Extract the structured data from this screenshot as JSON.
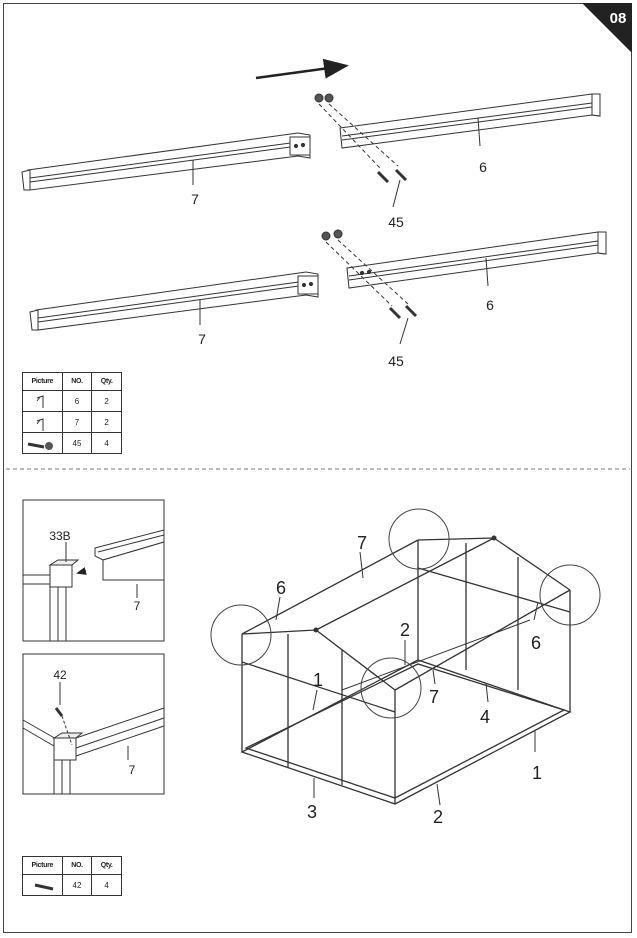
{
  "page_number": "08",
  "step_a": {
    "top": {
      "left_part": "7",
      "right_part": "6",
      "bolt": "45"
    },
    "bottom": {
      "left_part": "7",
      "right_part": "6",
      "bolt": "45"
    }
  },
  "table_a": {
    "headers": [
      "Picture",
      "NO.",
      "Qty."
    ],
    "rows": [
      {
        "icon": "bracket-6-icon",
        "no": "6",
        "qty": "2"
      },
      {
        "icon": "bracket-7-icon",
        "no": "7",
        "qty": "2"
      },
      {
        "icon": "bolt-nut-icon",
        "no": "45",
        "qty": "4"
      }
    ]
  },
  "detail_1": {
    "part_label": "33B",
    "beam_label": "7"
  },
  "detail_2": {
    "screw_label": "42",
    "beam_label": "7"
  },
  "frame_labels": {
    "ridge_7": "7",
    "eave_6_left": "6",
    "rafter_2": "2",
    "eave_6_right": "6",
    "stud_1": "1",
    "mid_7": "7",
    "base_4": "4",
    "base_1": "1",
    "base_3": "3",
    "base_2": "2"
  },
  "table_b": {
    "headers": [
      "Picture",
      "NO.",
      "Qty."
    ],
    "rows": [
      {
        "icon": "screw-icon",
        "no": "42",
        "qty": "4"
      }
    ]
  }
}
